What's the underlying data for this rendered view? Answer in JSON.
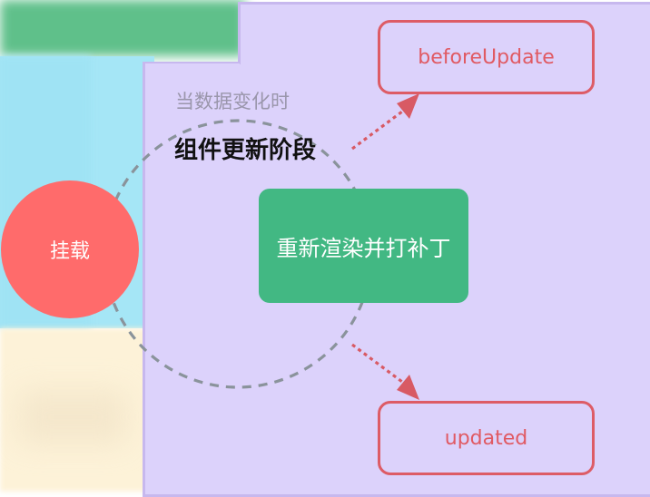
{
  "mount": {
    "label": "挂载"
  },
  "update_phase": {
    "trigger": "当数据变化时",
    "title": "组件更新阶段",
    "core_step": "重新渲染并打补丁"
  },
  "hooks": {
    "before": "beforeUpdate",
    "after": "updated"
  },
  "colors": {
    "panel": "#dcd2fb",
    "mount": "#ff6b6b",
    "core": "#42b883",
    "hook": "#dd5c66",
    "loop": "#8a939b"
  }
}
